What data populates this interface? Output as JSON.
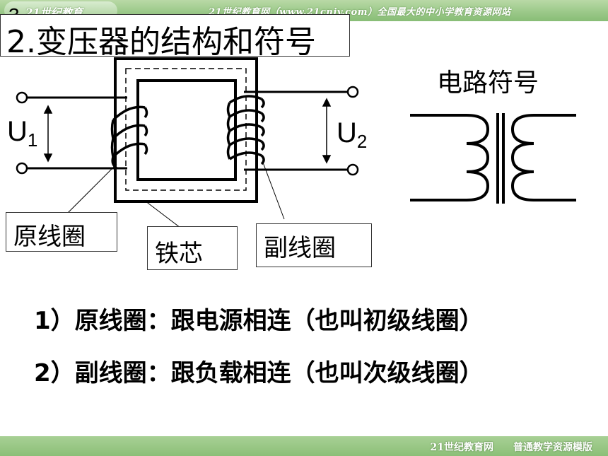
{
  "header": {
    "logo_text": "21世纪教育",
    "banner_text": "21世纪教育网（www.21cnjy.com）全国最大的中小学教育资源网站",
    "slide_number": "3"
  },
  "title": "2.变压器的结构和符号",
  "symbol_title": "电路符号",
  "labels": {
    "u1_main": "U",
    "u1_sub": "1",
    "u2_main": "U",
    "u2_sub": "2",
    "primary_coil": "原线圈",
    "iron_core": "铁芯",
    "secondary_coil": "副线圈"
  },
  "descriptions": [
    "1）原线圈：跟电源相连（也叫初级线圈）",
    "2）副线圈：跟负载相连（也叫次级线圈）"
  ],
  "footer": {
    "text": "21世纪教育网　　普通教学资源模版"
  },
  "colors": {
    "banner_green": "#9cc98a",
    "line": "#000000"
  }
}
